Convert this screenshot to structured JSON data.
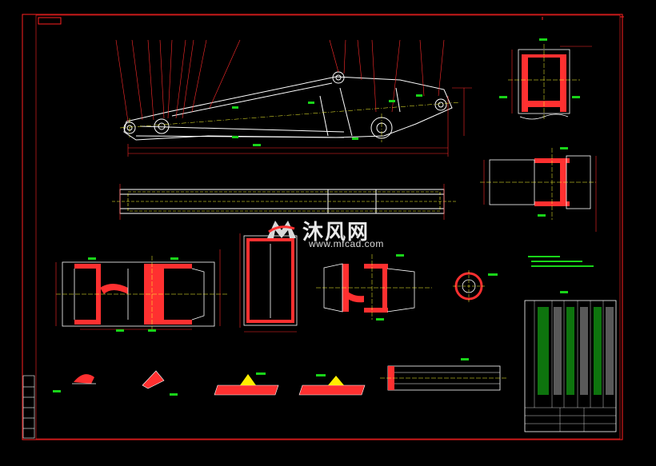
{
  "drawing": {
    "sheet": "boom-assembly-drawing",
    "colors": {
      "background": "#000000",
      "border": "#ff2020",
      "outline": "#ffffff",
      "dimension": "#ff2b2b",
      "section_fill": "#ff3030",
      "centerline": "#ffff30",
      "annotation": "#19d419",
      "weld": "#ffee00"
    },
    "views": [
      "side-elevation",
      "plan-view",
      "section-left",
      "section-box",
      "section-right",
      "pin-detail",
      "end-section-top-right",
      "end-section-right",
      "weld-detail-1",
      "weld-detail-2",
      "weld-detail-3",
      "weld-detail-4",
      "rib-detail"
    ]
  },
  "watermark": {
    "cn_text": "沐风网",
    "url_text": "www.mfcad.com"
  }
}
